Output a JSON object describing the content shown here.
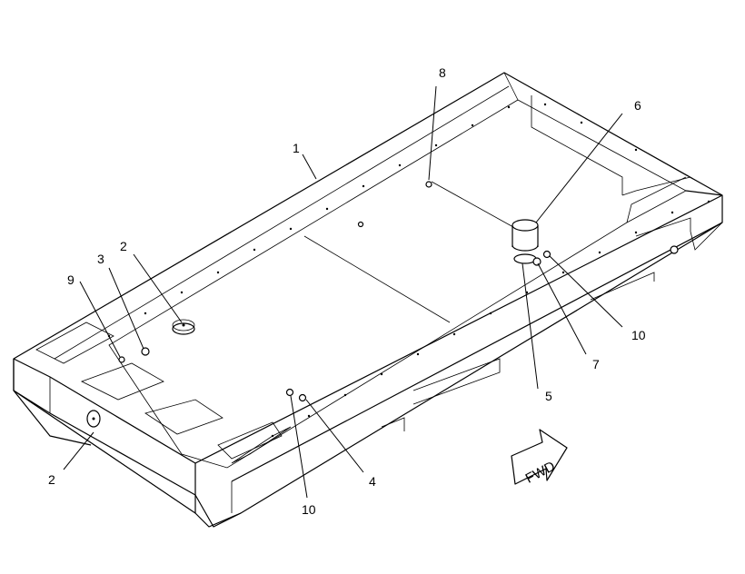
{
  "callouts": [
    {
      "id": "1",
      "label": "1"
    },
    {
      "id": "2a",
      "label": "2"
    },
    {
      "id": "2b",
      "label": "2"
    },
    {
      "id": "3",
      "label": "3"
    },
    {
      "id": "4",
      "label": "4"
    },
    {
      "id": "5",
      "label": "5"
    },
    {
      "id": "6",
      "label": "6"
    },
    {
      "id": "7",
      "label": "7"
    },
    {
      "id": "8",
      "label": "8"
    },
    {
      "id": "9",
      "label": "9"
    },
    {
      "id": "10a",
      "label": "10"
    },
    {
      "id": "10b",
      "label": "10"
    }
  ],
  "fwd_arrow": {
    "label": "FWD"
  }
}
